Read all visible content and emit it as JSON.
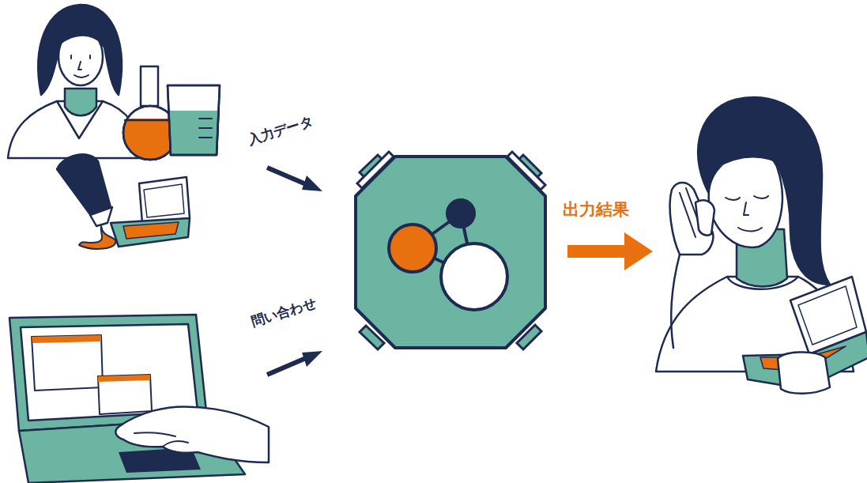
{
  "diagram": {
    "labels": [
      "入力データ",
      "問い合わせ",
      "出力結果"
    ]
  }
}
